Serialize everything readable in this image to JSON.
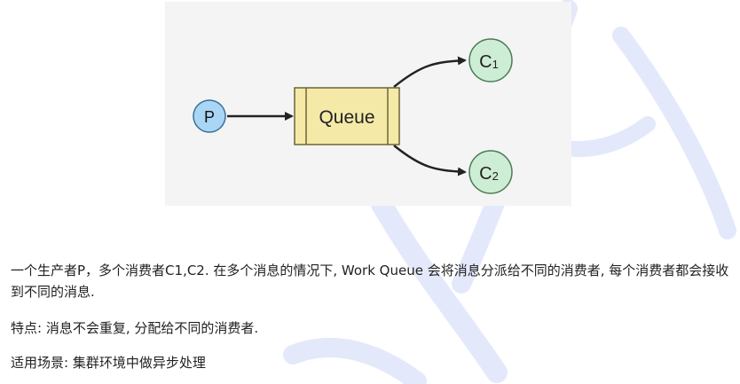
{
  "diagram": {
    "producer_label": "P",
    "queue_label": "Queue",
    "consumers": [
      {
        "label": "C",
        "subscript": "1"
      },
      {
        "label": "C",
        "subscript": "2"
      }
    ],
    "colors": {
      "panel_bg": "#f4f4f4",
      "producer_fill": "#a9d6f5",
      "producer_stroke": "#3b6f96",
      "queue_fill": "#f5e9a8",
      "queue_stroke": "#6b6538",
      "consumer_fill": "#cdeed4",
      "consumer_stroke": "#4b7a55",
      "edge": "#222222"
    }
  },
  "text": {
    "description": "一个生产者P，多个消费者C1,C2. 在多个消息的情况下, Work Queue 会将消息分派给不同的消费者, 每个消费者都会接收到不同的消息.",
    "features": "特点: 消息不会重复, 分配给不同的消费者.",
    "scenario": "适用场景: 集群环境中做异步处理"
  },
  "watermark_color": "#dfe6fb"
}
